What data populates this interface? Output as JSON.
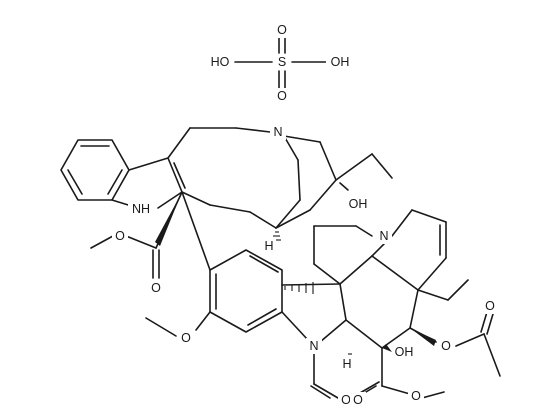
{
  "labels": {
    "sulfuric_ho_left": "HO",
    "sulfuric_s": "S",
    "sulfuric_o_top": "O",
    "sulfuric_o_bottom": "O",
    "sulfuric_oh_right": "OH",
    "indole_nh": "NH",
    "bridge_n": "N",
    "upper_oh": "OH",
    "upper_h": "H",
    "ester1_o_single": "O",
    "ester1_o_double": "O",
    "methoxy_o": "O",
    "amide_n": "N",
    "formyl_o": "O",
    "lower_n": "N",
    "lower_oh": "OH",
    "lower_h": "H",
    "acetoxy_o_single": "O",
    "acetoxy_o_double": "O",
    "ester2_o_double": "O",
    "ester2_o_single": "O"
  }
}
